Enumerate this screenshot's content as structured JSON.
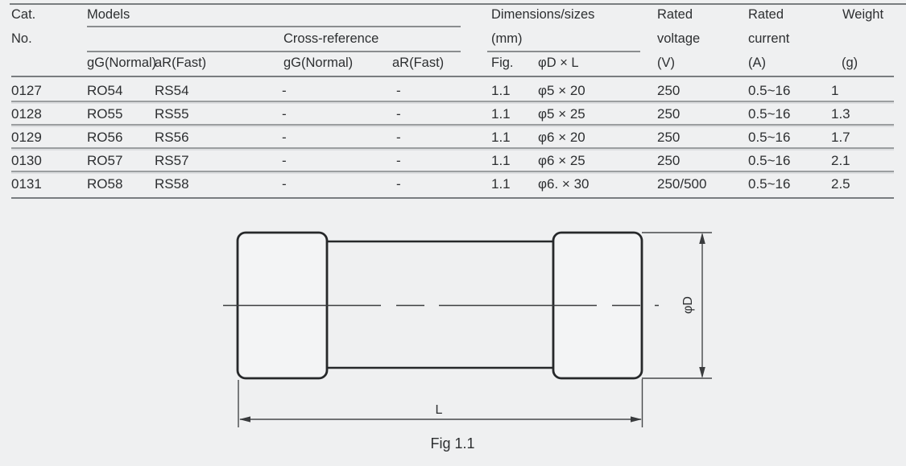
{
  "colors": {
    "background": "#eff0f1",
    "text": "#2d2f31",
    "table_line": "#8a8d8f",
    "drawing_outline": "#26282a"
  },
  "table": {
    "header": {
      "cat_line1": "Cat.",
      "cat_line2": "No.",
      "models": "Models",
      "cross_reference": "Cross-reference",
      "dimensions_line1": "Dimensions/sizes",
      "dimensions_line2": "(mm)",
      "rated_voltage_line1": "Rated",
      "rated_voltage_line2": "voltage",
      "rated_voltage_unit": "(V)",
      "rated_current_line1": "Rated",
      "rated_current_line2": "current",
      "rated_current_unit": "(A)",
      "weight": "Weight",
      "weight_unit": "(g)",
      "sub": {
        "models_gg": "gG(Normal)",
        "models_ar": "aR(Fast)",
        "xref_gg": "gG(Normal)",
        "xref_ar": "aR(Fast)",
        "fig": "Fig.",
        "d_x_l": "φD × L"
      }
    },
    "rows": [
      {
        "cat": "0127",
        "gg": "RO54",
        "ar": "RS54",
        "xgg": "-",
        "xar": "-",
        "fig": "1.1",
        "dl": "φ5 × 20",
        "voltage": "250",
        "current": "0.5~16",
        "weight": "1"
      },
      {
        "cat": "0128",
        "gg": "RO55",
        "ar": "RS55",
        "xgg": "-",
        "xar": "-",
        "fig": "1.1",
        "dl": "φ5 × 25",
        "voltage": "250",
        "current": "0.5~16",
        "weight": "1.3"
      },
      {
        "cat": "0129",
        "gg": "RO56",
        "ar": "RS56",
        "xgg": "-",
        "xar": "-",
        "fig": "1.1",
        "dl": "φ6 × 20",
        "voltage": "250",
        "current": "0.5~16",
        "weight": "1.7"
      },
      {
        "cat": "0130",
        "gg": "RO57",
        "ar": "RS57",
        "xgg": "-",
        "xar": "-",
        "fig": "1.1",
        "dl": "φ6 × 25",
        "voltage": "250",
        "current": "0.5~16",
        "weight": "2.1"
      },
      {
        "cat": "0131",
        "gg": "RO58",
        "ar": "RS58",
        "xgg": "-",
        "xar": "-",
        "fig": "1.1",
        "dl": "φ6. × 30",
        "voltage": "250/500",
        "current": "0.5~16",
        "weight": "2.5"
      }
    ]
  },
  "figure": {
    "diameter_label": "φD",
    "length_label": "L",
    "caption": "Fig 1.1"
  }
}
